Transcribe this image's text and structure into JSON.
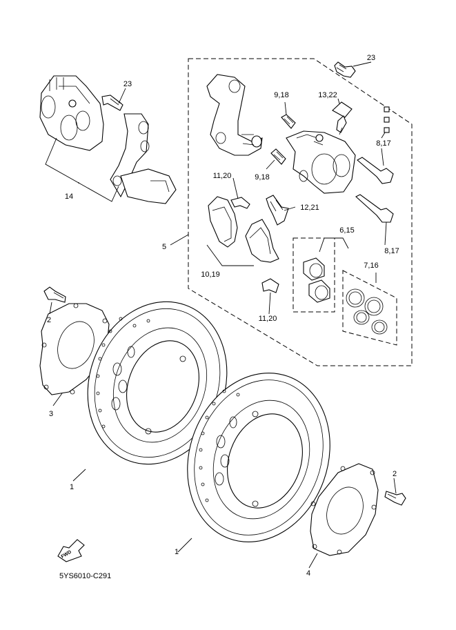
{
  "diagram": {
    "code": "5YS6010-C291",
    "fwd_badge": "FWD",
    "labels": {
      "l23a": "23",
      "l23b": "23",
      "l14": "14",
      "l5": "5",
      "l918a": "9,18",
      "l1322": "13,22",
      "l817a": "8,17",
      "l918b": "9,18",
      "l1120a": "11,20",
      "l1221": "12,21",
      "l615": "6,15",
      "l817b": "8,17",
      "l716": "7,16",
      "l1019": "10,19",
      "l1120b": "11,20",
      "l2a": "2",
      "l3": "3",
      "l1a": "1",
      "l2b": "2",
      "l1b": "1",
      "l4": "4"
    }
  }
}
